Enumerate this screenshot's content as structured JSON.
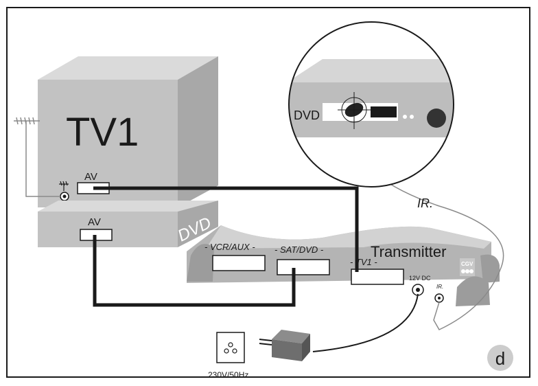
{
  "labels": {
    "tv": "TV1",
    "tv_av": "AV",
    "dvd_av": "AV",
    "dvd_side": "DVD",
    "inset_dvd": "DVD",
    "ir_cable": "IR.",
    "transmitter": "Transmitter",
    "port_vcr": "- VCR/AUX -",
    "port_sat": "- SAT/DVD -",
    "port_tv1": "- TV1 -",
    "dc_port": "12V DC",
    "ir_port": "IR.",
    "power": "230V/50Hz",
    "panel": "d",
    "brand": "CGV"
  },
  "colors": {
    "outline": "#1a1a1a",
    "cable": "#1a1a1a",
    "thin_cable": "#8a8a8a",
    "box_front": "#c2c2c2",
    "box_top": "#dadada",
    "box_side": "#a8a8a8",
    "panel_circle": "#cccccc"
  }
}
